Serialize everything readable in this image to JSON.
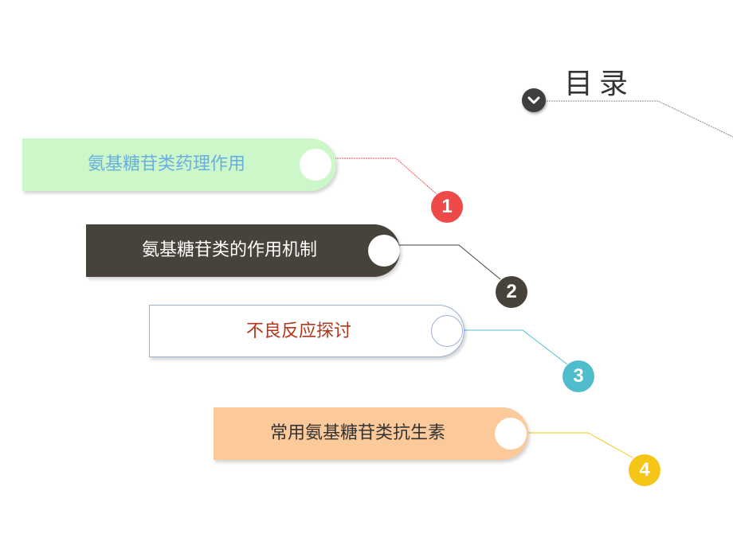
{
  "title": "目录",
  "title_icon": "chevron-down-icon",
  "items": [
    {
      "number": "1",
      "label": "氨基糖苷类药理作用",
      "color": "#ee4a4a",
      "background": "#ccf7c8",
      "text_color": "#6aaee0"
    },
    {
      "number": "2",
      "label": "氨基糖苷类的作用机制",
      "color": "#47423a",
      "background": "#47423a",
      "text_color": "#ffffff"
    },
    {
      "number": "3",
      "label": "不良反应探讨",
      "color": "#4fbdcc",
      "background": "#ffffff",
      "text_color": "#b5361d"
    },
    {
      "number": "4",
      "label": "常用氨基糖苷类抗生素",
      "color": "#f5c518",
      "background": "#fbc99a",
      "text_color": "#333333"
    }
  ]
}
